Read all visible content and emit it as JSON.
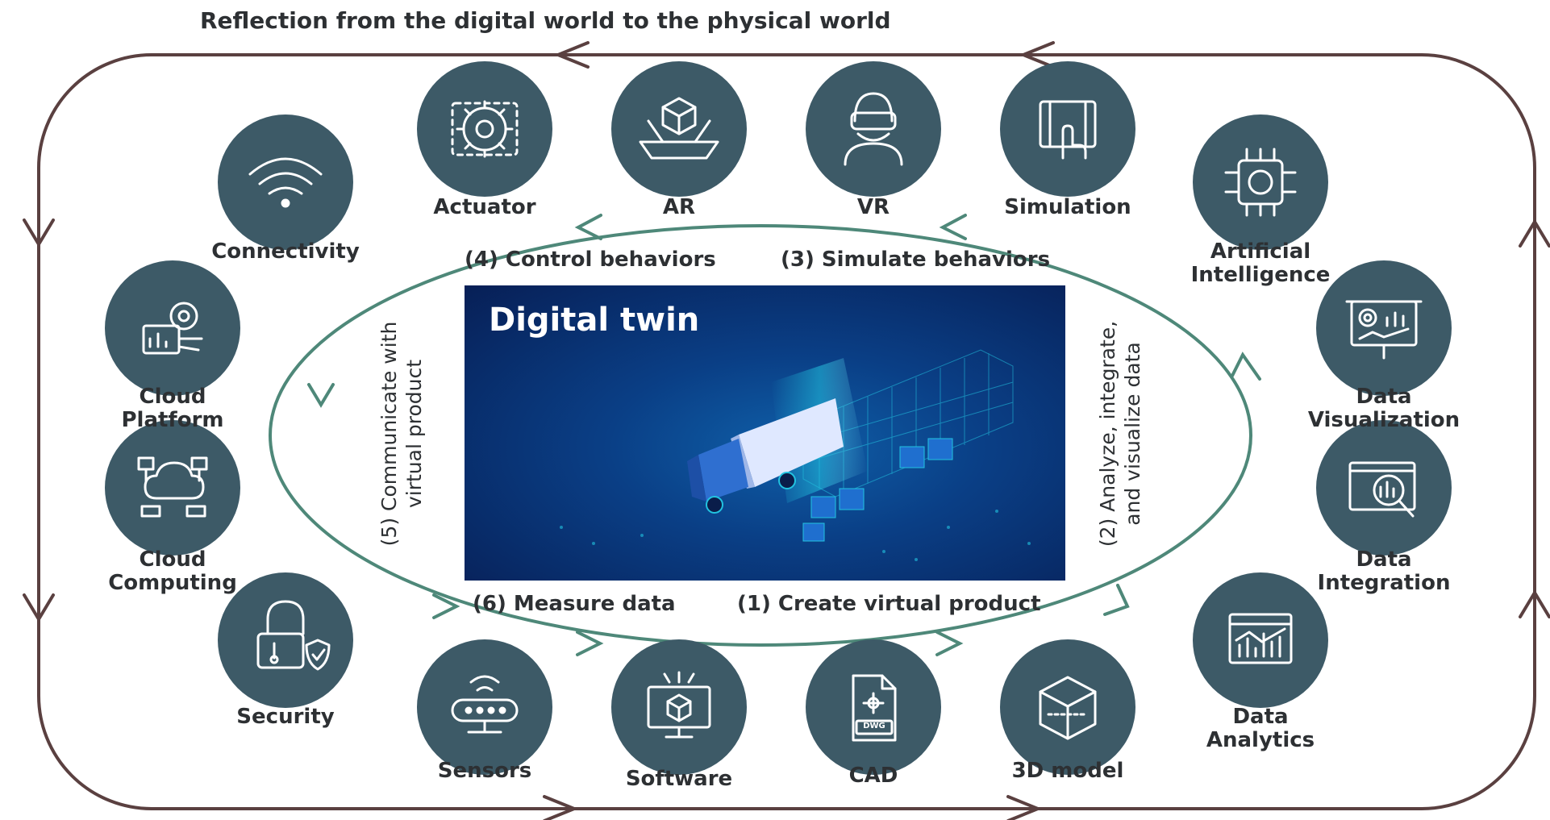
{
  "top_title": "Reflection from the digital world to the physical world",
  "center": {
    "title": "Digital twin"
  },
  "steps": {
    "create": "(1) Create virtual product",
    "analyze": [
      "(2) Analyze, integrate,",
      "and visualize data"
    ],
    "simulate": "(3) Simulate behaviors",
    "control": "(4) Control behaviors",
    "communicate": [
      "(5) Communicate with",
      "virtual product"
    ],
    "measure": "(6) Measure data"
  },
  "nodes": {
    "actuator": "Actuator",
    "ar": "AR",
    "vr": "VR",
    "simulation": "Simulation",
    "connectivity": "Connectivity",
    "ai": [
      "Artificial",
      "Intelligence"
    ],
    "cloud_platform": [
      "Cloud",
      "Platform"
    ],
    "data_visualization": [
      "Data",
      "Visualization"
    ],
    "cloud_computing": [
      "Cloud",
      "Computing"
    ],
    "data_integration": [
      "Data",
      "Integration"
    ],
    "security": "Security",
    "data_analytics": [
      "Data",
      "Analytics"
    ],
    "sensors": "Sensors",
    "software": "Software",
    "cad": "CAD",
    "cad_badge": "DWG",
    "model_3d": "3D model"
  },
  "colors": {
    "circle": "#3d5a67",
    "outer_loop": "#5a4040",
    "inner_loop": "#4e8879",
    "panel_dark": "#071f56",
    "panel_accent": "#22c3e0",
    "text": "#2d3033"
  }
}
